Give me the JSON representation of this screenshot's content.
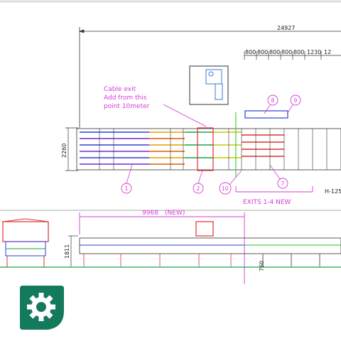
{
  "drawing": {
    "overall_dimension": "24927",
    "top_dimensions": [
      "800",
      "800",
      "800",
      "800",
      "800",
      "1230",
      "12"
    ],
    "plan_height_dimension": "2260",
    "new_section_dimension": "9968",
    "new_section_tag": "(NEW)",
    "side_height_dimension": "1811",
    "bottom_dimension": "760",
    "cable_note": [
      "Cable exit",
      "Add from this",
      "point 10meter"
    ],
    "exits_label": "EXITS 1-4 NEW",
    "side_label": "H-125",
    "callouts": [
      "1",
      "2",
      "10",
      "7",
      "8",
      "9"
    ]
  },
  "colors": {
    "annotation": "#d63ad6",
    "badge": "#137a5c",
    "line": "#333333"
  },
  "icons": {
    "badge": "gear-icon"
  }
}
